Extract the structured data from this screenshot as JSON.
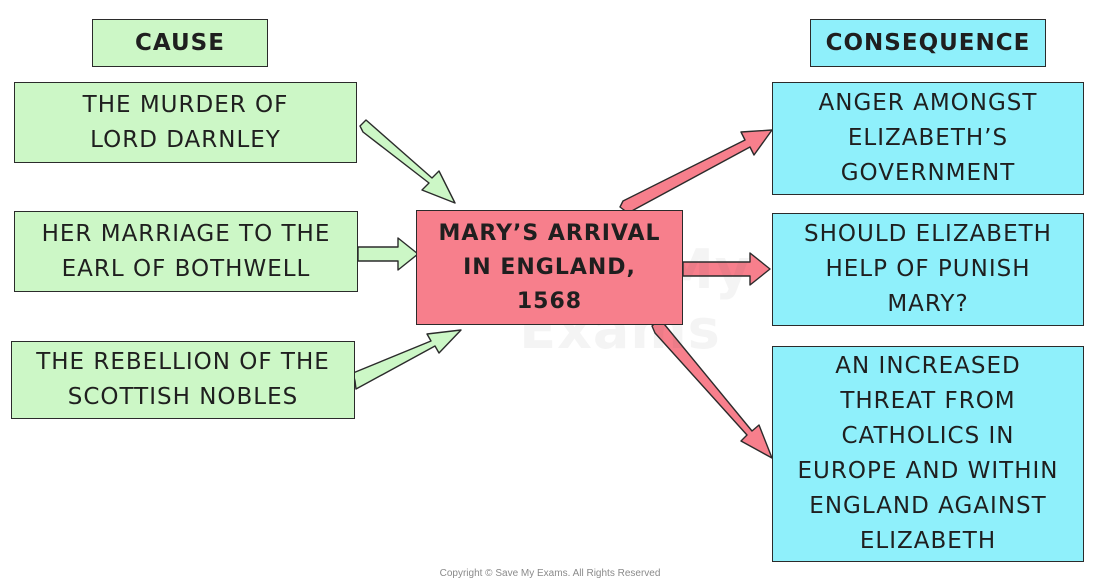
{
  "headers": {
    "cause": "CAUSE",
    "consequence": "CONSEQUENCE"
  },
  "causes": [
    "THE MURDER OF\nLORD DARNLEY",
    "HER MARRIAGE TO THE\nEARL OF BOTHWELL",
    "THE REBELLION OF THE\nSCOTTISH NOBLES"
  ],
  "center": "MARY’S ARRIVAL\nIN ENGLAND,\n1568",
  "consequences": [
    "ANGER AMONGST\nELIZABETH’S\nGOVERNMENT",
    "SHOULD ELIZABETH\nHELP OF PUNISH\nMARY?",
    "AN INCREASED\nTHREAT FROM\nCATHOLICS IN\nEUROPE AND WITHIN\nENGLAND AGAINST\nELIZABETH"
  ],
  "watermark": "Save My\nExams",
  "copyright": "Copyright © Save My Exams. All Rights Reserved",
  "colors": {
    "cause": "#ccf7c6",
    "consequence": "#8ff0fb",
    "center": "#f77f8c",
    "outline": "#2b2b2b"
  }
}
